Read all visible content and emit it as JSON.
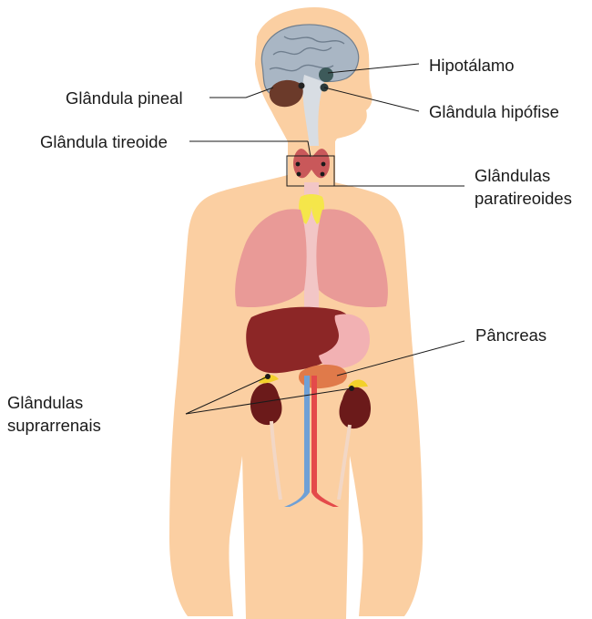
{
  "labels": {
    "hipotalamo": "Hipotálamo",
    "pineal": "Glândula pineal",
    "hipofise": "Glândula hipófise",
    "tireoide": "Glândula tireoide",
    "paratireoides_line1": "Glândulas",
    "paratireoides_line2": "paratireoides",
    "pancreas": "Pâncreas",
    "suprarrenais_line1": "Glândulas",
    "suprarrenais_line2": "suprarrenais"
  },
  "colors": {
    "skin": "#fbcfa2",
    "brain": "#a9b6c4",
    "cerebellum": "#6b3a2a",
    "lung": "#e99a97",
    "liver": "#8c2626",
    "stomach": "#f2b1b3",
    "pancreas": "#e07a4a",
    "kidney": "#6b1a1a",
    "adrenal": "#f2d12b",
    "thyroid": "#c9585a",
    "trachea_gland": "#f5e64a",
    "vein": "#6fa0d6",
    "artery": "#e44a4a",
    "leader_line": "#1a1a1a"
  }
}
